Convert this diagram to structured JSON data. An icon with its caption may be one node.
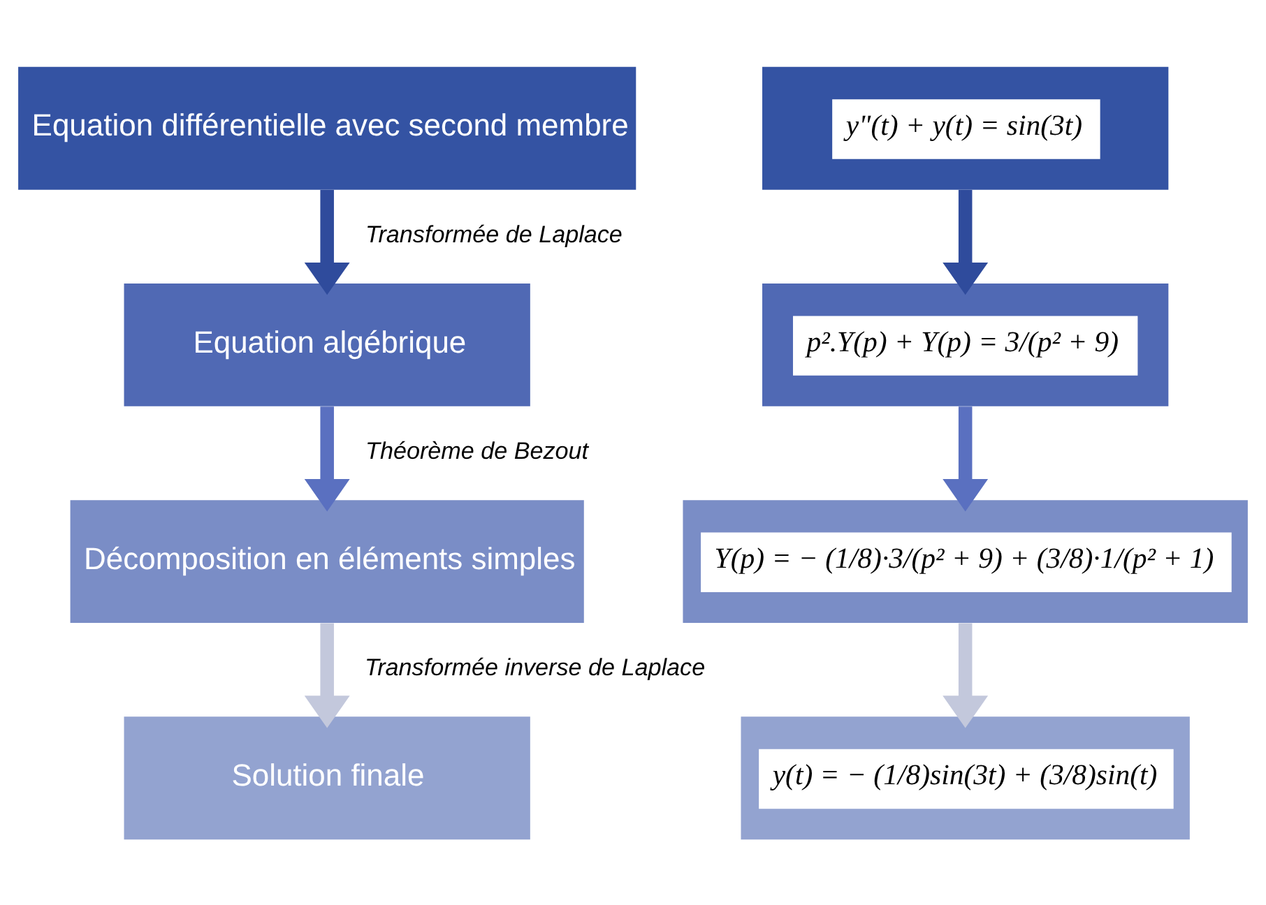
{
  "diagram": {
    "nodes": [
      {
        "text": [
          "Equation différentielle avec second membre"
        ]
      },
      {
        "text": [
          "Equation algébrique"
        ]
      },
      {
        "text": [
          "Décomposition en éléments simples"
        ]
      },
      {
        "text": [
          "Solution finale"
        ]
      },
      {
        "text": [
          "y\"(t) + y(t) = sin(3t)"
        ]
      },
      {
        "text": [
          "p².Y(p) + Y(p) = 3/(p² + 9)"
        ]
      },
      {
        "text": [
          "Y(p) = − (1/8)·3/(p² + 9) + (3/8)·1/(p² + 1)"
        ]
      },
      {
        "text": [
          "y(t) = − (1/8)sin(3t) + (3/8)sin(t)"
        ]
      }
    ],
    "edges": [
      {
        "from": 0,
        "to": 1,
        "arrow": "to",
        "label": "Transformée de Laplace",
        "color": "#2f4b9c"
      },
      {
        "from": 1,
        "to": 2,
        "arrow": "to",
        "label": "Théorème de Bezout",
        "color": "#5a70c0"
      },
      {
        "from": 2,
        "to": 3,
        "arrow": "to",
        "label": "Transformée inverse de Laplace",
        "color": "#c3c8dc"
      },
      {
        "from": 4,
        "to": 5,
        "arrow": "to",
        "color": "#2f4b9c"
      },
      {
        "from": 5,
        "to": 6,
        "arrow": "to",
        "color": "#5a70c0"
      },
      {
        "from": 6,
        "to": 7,
        "arrow": "to",
        "color": "#c3c8dc"
      }
    ]
  }
}
